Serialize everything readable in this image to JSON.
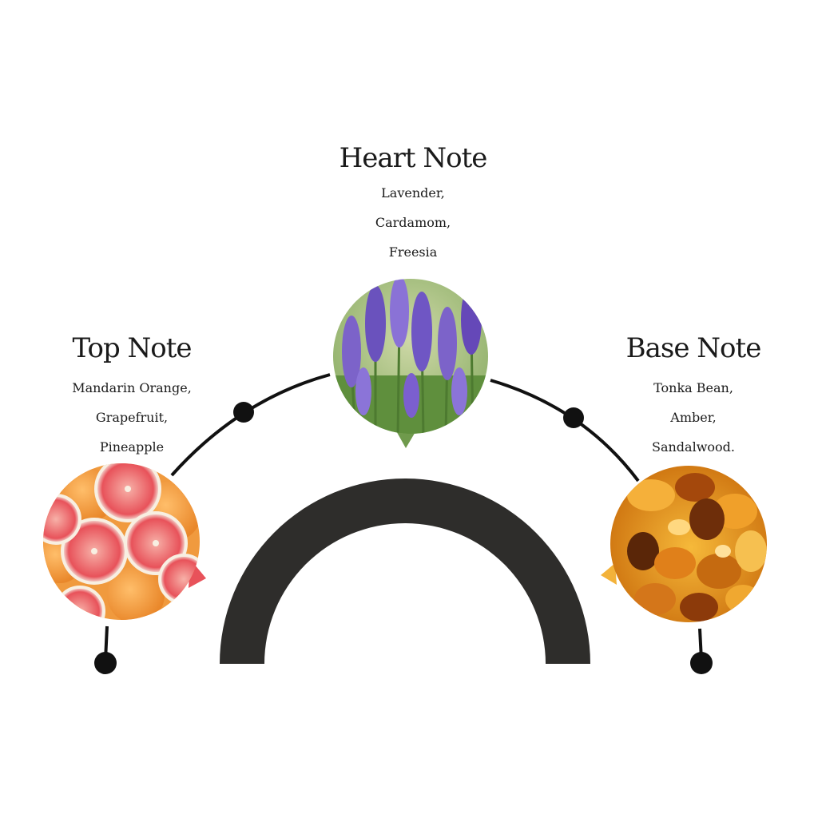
{
  "notes": {
    "heart": {
      "title": "Heart Note",
      "items": [
        "Lavender,",
        "Cardamom,",
        "Freesia"
      ],
      "image_icon": "lavender-field-icon"
    },
    "top": {
      "title": "Top Note",
      "items": [
        "Mandarin Orange,",
        "Grapefruit,",
        "Pineapple"
      ],
      "image_icon": "grapefruit-slices-icon"
    },
    "base": {
      "title": "Base Note",
      "items": [
        "Tonka Bean,",
        "Amber,",
        "Sandalwood."
      ],
      "image_icon": "amber-stones-icon"
    }
  },
  "colors": {
    "arch": "#2e2d2b",
    "connector": "#111111",
    "text": "#1a1a1a",
    "lavender": "#7c63c9",
    "grapefruit": "#e8525a",
    "amber": "#e08a12"
  }
}
